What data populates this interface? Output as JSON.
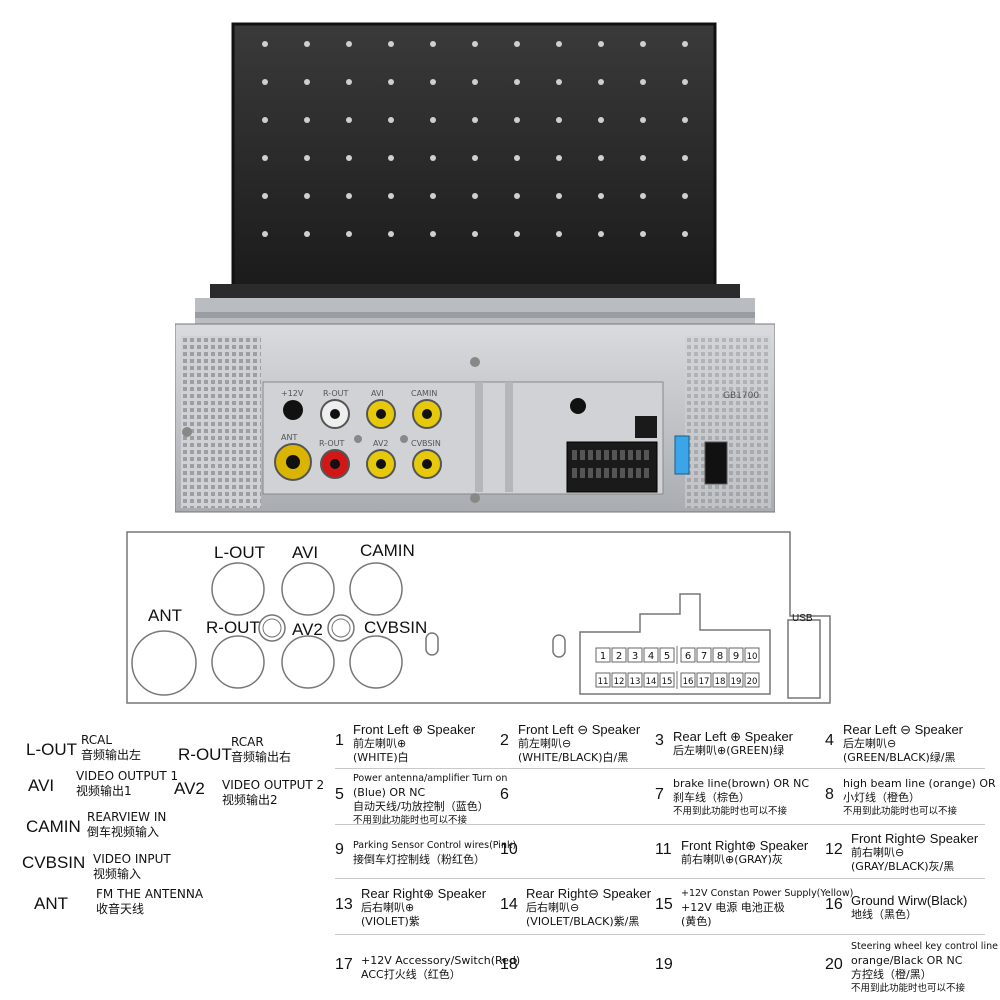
{
  "photo": {
    "labels": {
      "p12v": "+12V",
      "rcar": "R-OUT",
      "avi": "AVI",
      "camin": "CAMIN",
      "ant": "ANT",
      "rout": "R-OUT",
      "av2": "AV2",
      "cvbsin": "CVBSIN",
      "model": "GB1700"
    }
  },
  "diagram": {
    "l_out": "L-OUT",
    "avi": "AVI",
    "camin": "CAMIN",
    "ant": "ANT",
    "r_out": "R-OUT",
    "av2": "AV2",
    "cvbsin": "CVBSIN",
    "usb": "USB",
    "pins_top": [
      "1",
      "2",
      "3",
      "4",
      "5",
      "6",
      "7",
      "8",
      "9",
      "10"
    ],
    "pins_bottom": [
      "11",
      "12",
      "13",
      "14",
      "15",
      "16",
      "17",
      "18",
      "19",
      "20"
    ]
  },
  "legend": [
    {
      "key": "L-OUT",
      "desc": [
        "RCAL",
        "音频输出左"
      ]
    },
    {
      "key": "R-OUT",
      "desc": [
        "RCAR",
        "音频输出右"
      ]
    },
    {
      "key": "AVI",
      "desc": [
        "VIDEO OUTPUT 1",
        "视频输出1"
      ]
    },
    {
      "key": "AV2",
      "desc": [
        "VIDEO OUTPUT 2",
        "视频输出2"
      ]
    },
    {
      "key": "CAMIN",
      "desc": [
        "REARVIEW IN",
        "倒车视频输入"
      ]
    },
    {
      "key": "CVBSIN",
      "desc": [
        "VIDEO  INPUT",
        "视频输入"
      ]
    },
    {
      "key": "ANT",
      "desc": [
        "FM THE ANTENNA",
        "收音天线"
      ]
    }
  ],
  "pins": [
    {
      "num": "1",
      "lines": [
        "Front Left ⊕ Speaker",
        "前左喇叭⊕",
        "(WHITE)白"
      ]
    },
    {
      "num": "2",
      "lines": [
        "Front Left ⊖ Speaker",
        "前左喇叭⊖",
        "(WHITE/BLACK)白/黑"
      ]
    },
    {
      "num": "3",
      "lines": [
        "Rear Left ⊕ Speaker",
        "后左喇叭⊕(GREEN)绿"
      ]
    },
    {
      "num": "4",
      "lines": [
        "Rear Left ⊖ Speaker",
        "后左喇叭⊖",
        "(GREEN/BLACK)绿/黑"
      ]
    },
    {
      "num": "5",
      "lines": [
        "Power antenna/amplifier Turn on",
        "(Blue) OR NC",
        "自动天线/功放控制（蓝色）",
        "不用到此功能时也可以不接"
      ]
    },
    {
      "num": "6",
      "lines": []
    },
    {
      "num": "7",
      "lines": [
        "brake line(brown) OR NC",
        "刹车线（棕色）",
        "不用到此功能时也可以不接"
      ]
    },
    {
      "num": "8",
      "lines": [
        "high beam line (orange)  OR NC",
        "小灯线（橙色）",
        "不用到此功能时也可以不接"
      ]
    },
    {
      "num": "9",
      "lines": [
        "Parking Sensor Control wires(Pink)",
        "接倒车灯控制线（粉红色）"
      ]
    },
    {
      "num": "10",
      "lines": []
    },
    {
      "num": "11",
      "lines": [
        "Front Right⊕ Speaker",
        "前右喇叭⊕(GRAY)灰"
      ]
    },
    {
      "num": "12",
      "lines": [
        "Front Right⊖ Speaker",
        "前右喇叭⊖",
        "(GRAY/BLACK)灰/黑"
      ]
    },
    {
      "num": "13",
      "lines": [
        "Rear Right⊕ Speaker",
        "后右喇叭⊕",
        "(VIOLET)紫"
      ]
    },
    {
      "num": "14",
      "lines": [
        "Rear Right⊖ Speaker",
        "后右喇叭⊖",
        "(VIOLET/BLACK)紫/黑"
      ]
    },
    {
      "num": "15",
      "lines": [
        "+12V Constan Power Supply(Yellow)",
        "+12V 电源  电池正极",
        "(黄色)"
      ]
    },
    {
      "num": "16",
      "lines": [
        "Ground Wirw(Black)",
        "地线（黑色）"
      ]
    },
    {
      "num": "17",
      "lines": [
        "+12V Accessory/Switch(Red)",
        "ACC打火线（红色）"
      ]
    },
    {
      "num": "18",
      "lines": []
    },
    {
      "num": "19",
      "lines": []
    },
    {
      "num": "20",
      "lines": [
        "Steering wheel key control line",
        "orange/Black OR  NC",
        "方控线（橙/黑）",
        "不用到此功能时也可以不接"
      ]
    }
  ]
}
